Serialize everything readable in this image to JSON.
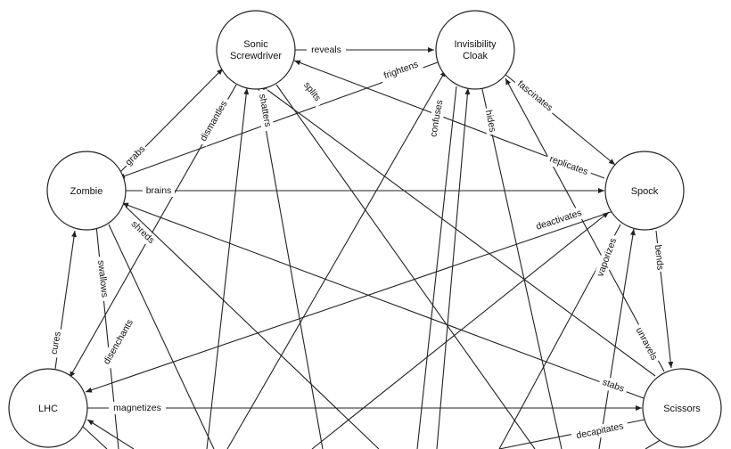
{
  "nodes": {
    "sonic": {
      "lines": [
        "Sonic",
        "Screwdriver"
      ]
    },
    "cloak": {
      "lines": [
        "Invisibility",
        "Cloak"
      ]
    },
    "zombie": {
      "lines": [
        "Zombie"
      ]
    },
    "spock": {
      "lines": [
        "Spock"
      ]
    },
    "lhc": {
      "lines": [
        "LHC"
      ]
    },
    "scissors": {
      "lines": [
        "Scissors"
      ]
    }
  },
  "edge_labels": {
    "reveals": "reveals",
    "frightens": "frightens",
    "fascinates": "fascinates",
    "grabs": "grabs",
    "dismantles": "dismantles",
    "shatters": "shatters",
    "splits": "splits",
    "confuses": "confuses",
    "hides": "hides",
    "replicates": "replicates",
    "brains": "brains",
    "deactivates": "deactivates",
    "shreds": "shreds",
    "swallows": "swallows",
    "vaporizes": "vaporizes",
    "bends": "bends",
    "cures": "cures",
    "disenchants": "disenchants",
    "unravels": "unravels",
    "stabs": "stabs",
    "magnetizes": "magnetizes",
    "decapitates": "decapitates"
  }
}
